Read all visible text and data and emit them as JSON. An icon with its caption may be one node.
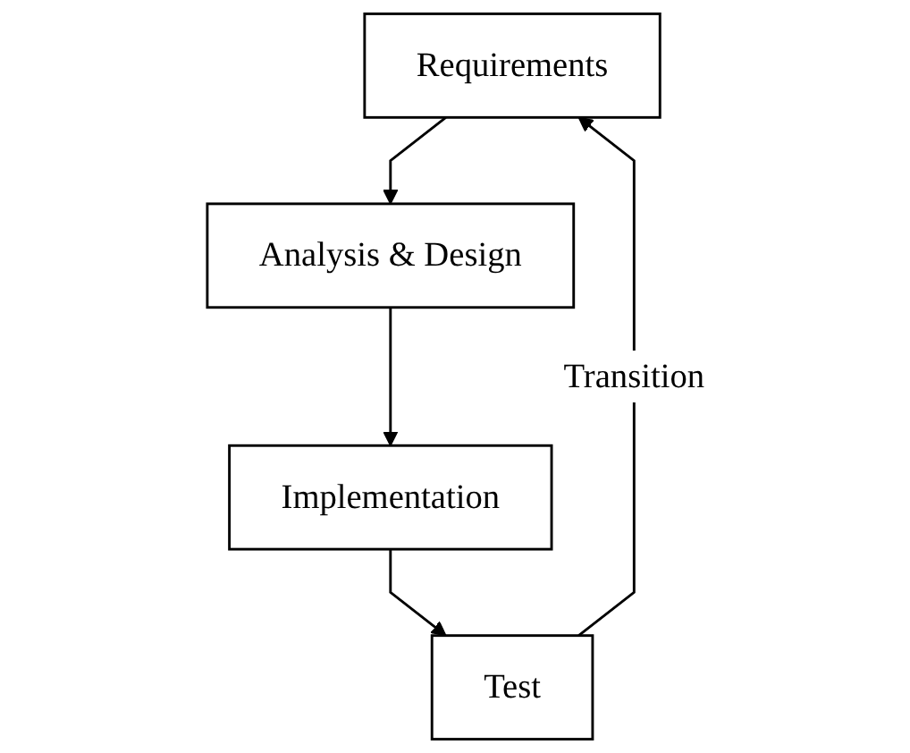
{
  "diagram": {
    "nodes": [
      {
        "text": [
          "Requirements"
        ]
      },
      {
        "text": [
          "Analysis & Design"
        ]
      },
      {
        "text": [
          "Implementation"
        ]
      },
      {
        "text": [
          "Test"
        ]
      }
    ],
    "edges": [
      {
        "from": 0,
        "to": 1,
        "arrow": "to"
      },
      {
        "from": 1,
        "to": 2,
        "arrow": "to"
      },
      {
        "from": 2,
        "to": 3,
        "arrow": "to"
      },
      {
        "from": 3,
        "to": 0,
        "arrow": "to",
        "label": "Transition"
      }
    ]
  }
}
